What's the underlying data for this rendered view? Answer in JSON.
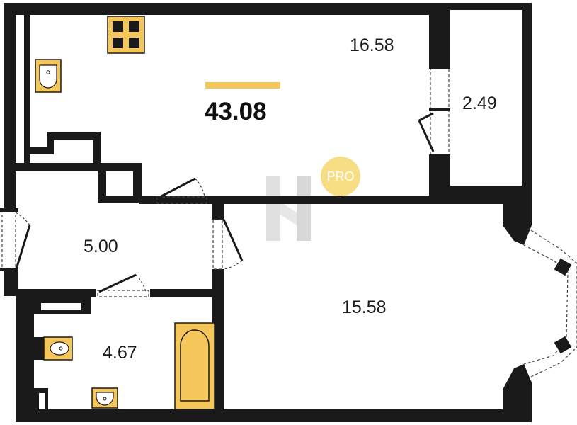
{
  "apartment": {
    "total_area": "43.08",
    "rooms": [
      {
        "id": "living-kitchen",
        "area": "16.58"
      },
      {
        "id": "balcony",
        "area": "2.49"
      },
      {
        "id": "hallway",
        "area": "5.00"
      },
      {
        "id": "bedroom",
        "area": "15.58"
      },
      {
        "id": "bathroom",
        "area": "4.67"
      }
    ]
  },
  "watermark": {
    "badge_text": "PRO"
  },
  "colors": {
    "wall": "#1a1a1a",
    "fixture_fill": "#f5c65a",
    "accent_bar": "#f5c65a",
    "badge_fill": "#f7dd84",
    "watermark": "#c7c7c7"
  }
}
